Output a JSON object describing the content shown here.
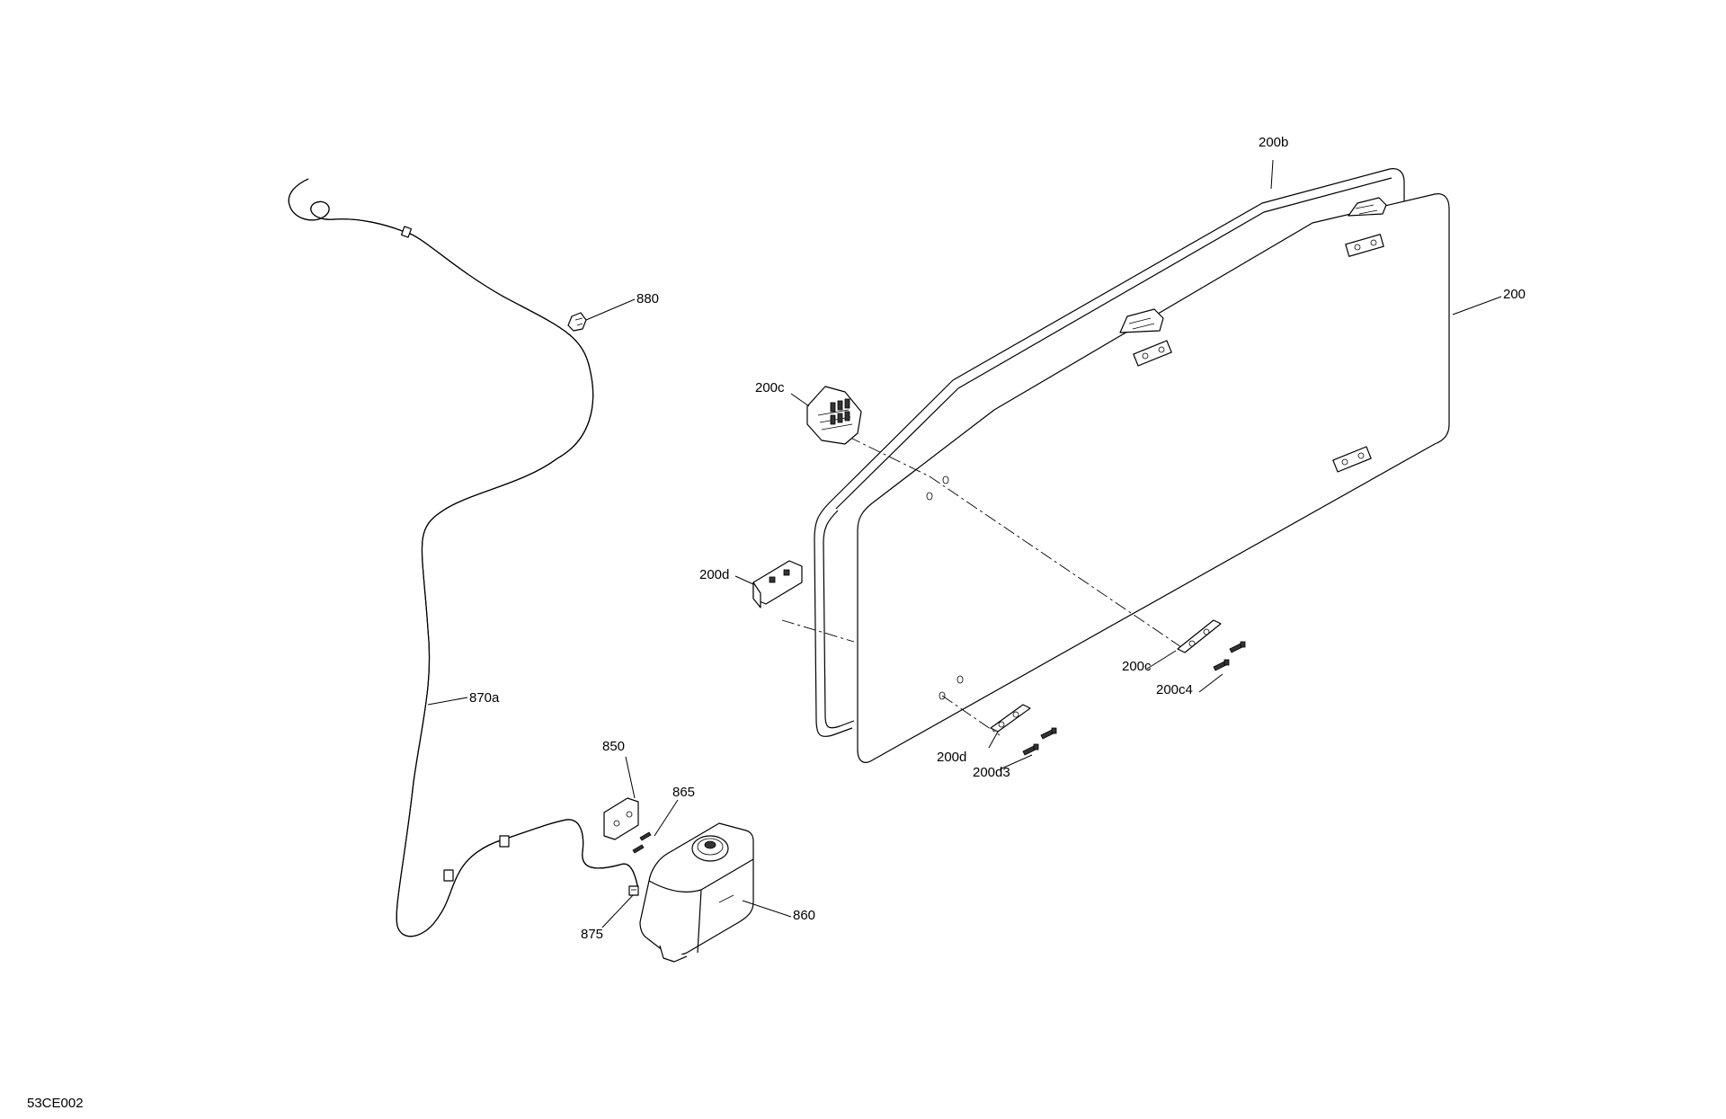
{
  "diagram": {
    "reference_code": "53CE002",
    "callouts": {
      "p200b": "200b",
      "p200": "200",
      "p200c_top": "200c",
      "p200d_left": "200d",
      "p200c_bottom": "200c",
      "p200c4": "200c4",
      "p200d_bottom": "200d",
      "p200d3": "200d3",
      "p880": "880",
      "p870a": "870a",
      "p850": "850",
      "p865": "865",
      "p875": "875",
      "p860": "860"
    }
  }
}
